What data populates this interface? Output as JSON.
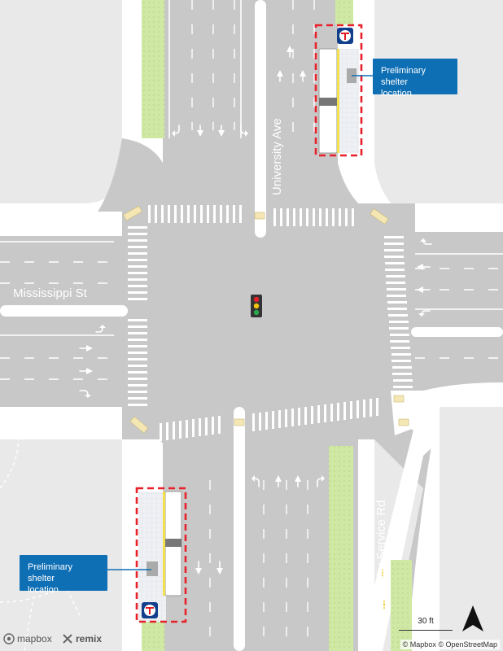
{
  "streets": {
    "university_ave": "University Ave",
    "mississippi_st": "Mississippi St",
    "university_service_rd": "University Service Rd"
  },
  "callouts": {
    "top": {
      "line1": "Preliminary shelter",
      "line2": "location"
    },
    "bottom": {
      "line1": "Preliminary shelter",
      "line2": "location"
    }
  },
  "scale_bar": {
    "label": "30 ft"
  },
  "attribution": "© Mapbox © OpenStreetMap",
  "logos": {
    "mapbox": "mapbox",
    "remix": "remix"
  },
  "colors": {
    "road": "#c8c8c8",
    "background": "#e9e9e9",
    "median_green": "#cfe8a4",
    "callout_blue": "#0f6fb5",
    "bus_zone_red": "#e8202a",
    "metro_blue": "#123f8c",
    "metro_red": "#e31b23"
  },
  "icons": {
    "traffic_signal": "traffic-light-icon",
    "north_arrow": "north-arrow-icon",
    "metro_transit": "metro-transit-icon"
  }
}
